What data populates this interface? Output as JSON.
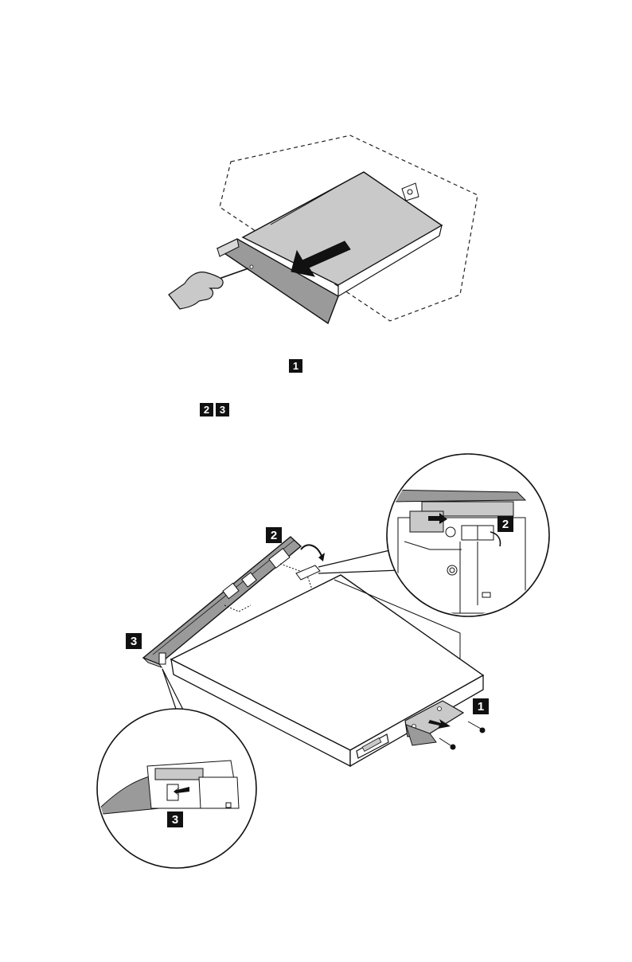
{
  "step_markers": {
    "step1": "1",
    "step2": "2",
    "step3": "3"
  },
  "diagram_labels": {
    "latch_tab": "2",
    "bezel_clip": "3",
    "bracket": "1",
    "detail_top": "2",
    "detail_bottom": "3"
  },
  "colors": {
    "ink": "#111111",
    "drive_top": "#c9c9c9",
    "drive_side": "#ffffff",
    "bezel": "#9a9a9a",
    "arrow": "#111111"
  }
}
